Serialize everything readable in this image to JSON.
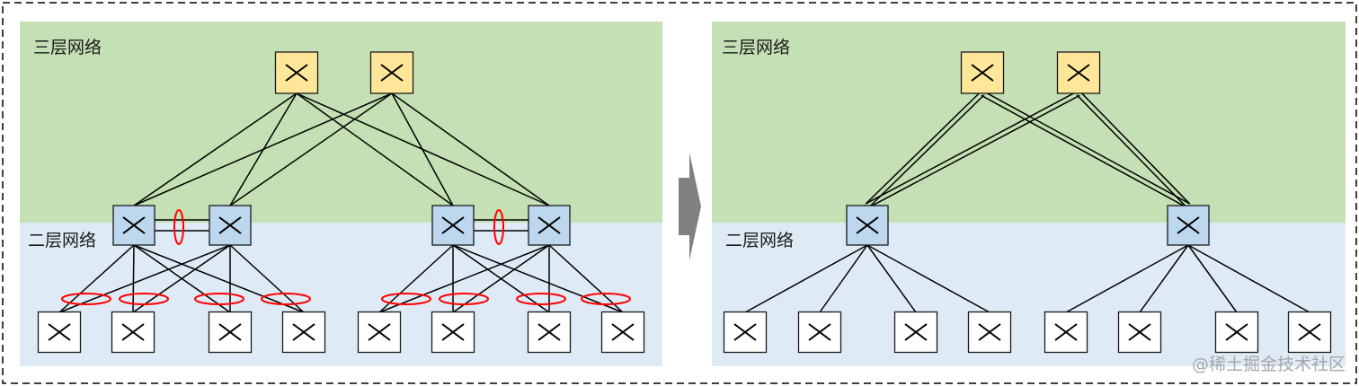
{
  "left_diagram": {
    "l3_label": "三层网络",
    "l2_label": "二层网络"
  },
  "right_diagram": {
    "l3_label": "三层网络",
    "l2_label": "二层网络"
  },
  "watermark": "@稀土掘金技术社区",
  "colors": {
    "l3_zone": "#c5e0b4",
    "l2_zone": "#deebf7",
    "core_switch": "#ffe699",
    "aggregation_switch": "#bdd7ee",
    "access_switch": "#ffffff",
    "loop_marker": "#ff0000",
    "link": "#000000",
    "arrow": "#808080",
    "watermark": "#a6a6a6"
  },
  "icons": {
    "switch": "switch-icon",
    "transition": "arrow-right-icon"
  }
}
